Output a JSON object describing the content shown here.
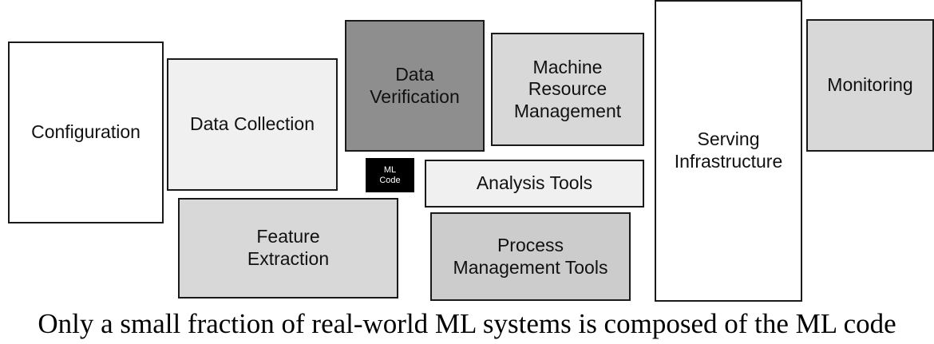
{
  "diagram": {
    "boxes": {
      "configuration": "Configuration",
      "data_collection": "Data Collection",
      "data_verification": "Data\nVerification",
      "machine_resource_management": "Machine\nResource\nManagement",
      "serving_infrastructure": "Serving\nInfrastructure",
      "monitoring": "Monitoring",
      "ml_code": "ML\nCode",
      "analysis_tools": "Analysis Tools",
      "feature_extraction": "Feature\nExtraction",
      "process_management_tools": "Process\nManagement Tools"
    },
    "colors": {
      "white": "#ffffff",
      "light_gray": "#f0f0f0",
      "mid_gray": "#d8d8d8",
      "dark_gray": "#8e8e8e",
      "ml_code_fill": "#000000"
    }
  },
  "caption": "Only a small fraction of real-world ML systems is composed of the ML code"
}
